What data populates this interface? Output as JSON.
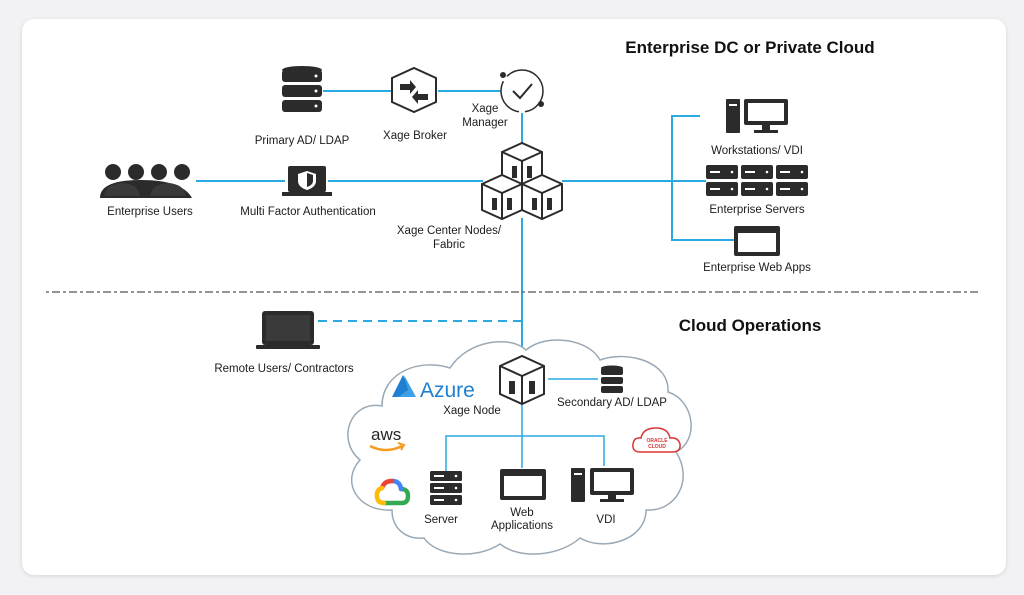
{
  "zones": {
    "enterprise_title": "Enterprise DC or Private Cloud",
    "cloud_title": "Cloud Operations"
  },
  "nodes": {
    "primary_ad": "Primary AD/ LDAP",
    "broker": "Xage Broker",
    "manager_line1": "Xage",
    "manager_line2": "Manager",
    "users": "Enterprise Users",
    "mfa": "Multi Factor Authentication",
    "center_line1": "Xage Center Nodes/",
    "center_line2": "Fabric",
    "workstations": "Workstations/ VDI",
    "servers": "Enterprise Servers",
    "webapps": "Enterprise Web Apps",
    "remote": "Remote Users/ Contractors",
    "xage_node": "Xage Node",
    "secondary_ad": "Secondary AD/ LDAP",
    "server": "Server",
    "webapps2_line1": "Web",
    "webapps2_line2": "Applications",
    "vdi": "VDI"
  },
  "logos": {
    "azure": "Azure",
    "aws": "aws",
    "oracle_line1": "ORACLE",
    "oracle_line2": "CLOUD"
  },
  "colors": {
    "connector": "#29abe2",
    "icon_dark": "#2b2b2b",
    "cloud_outline": "#9aa9b6"
  }
}
